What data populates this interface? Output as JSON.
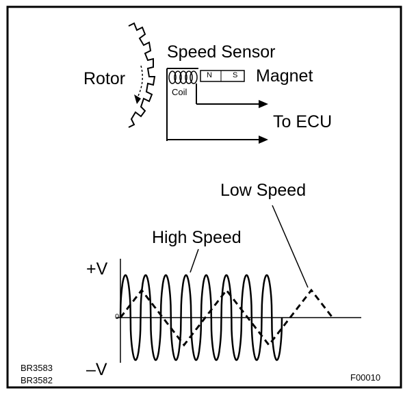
{
  "labels": {
    "speed_sensor": "Speed Sensor",
    "rotor": "Rotor",
    "magnet": "Magnet",
    "coil": "Coil",
    "magnet_n": "N",
    "magnet_s": "S",
    "to_ecu": "To ECU",
    "low_speed": "Low Speed",
    "high_speed": "High Speed",
    "plus_v": "+V",
    "minus_v": "–V",
    "zero": "0",
    "code_1": "BR3583",
    "code_2": "BR3582",
    "figure_id": "F00010"
  },
  "waveforms": {
    "high_speed_cycles": 8,
    "low_speed_cycles": 2.5
  }
}
